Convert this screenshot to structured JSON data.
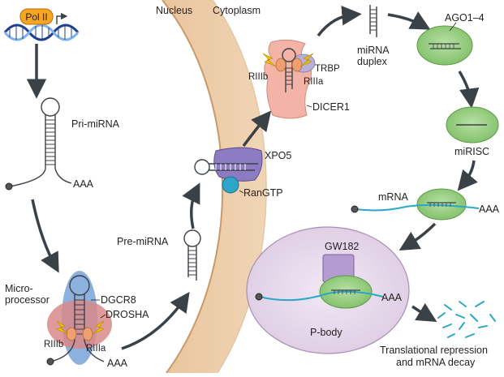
{
  "labels": {
    "pol2": "Pol II",
    "nucleus": "Nucleus",
    "cytoplasm": "Cytoplasm",
    "pri_mirna": "Pri-miRNA",
    "aaa_pri": "AAA",
    "microprocessor_line1": "Micro-",
    "microprocessor_line2": "processor",
    "dgcr8": "DGCR8",
    "drosha": "DROSHA",
    "riiib_drosha": "RIIIb",
    "riiia_drosha": "RIIIa",
    "aaa_micro": "AAA",
    "pre_mirna": "Pre-miRNA",
    "xpo5": "XPO5",
    "rangtp": "RanGTP",
    "riiib_dicer": "RIIIb",
    "trbp": "TRBP",
    "riiia_dicer": "RIIIa",
    "dicer1": "DICER1",
    "mirna_duplex_line1": "miRNA",
    "mirna_duplex_line2": "duplex",
    "ago": "AGO1–4",
    "mirisc": "miRISC",
    "mrna": "mRNA",
    "aaa_mrna": "AAA",
    "gw182": "GW182",
    "aaa_pbody": "AAA",
    "pbody": "P-body",
    "outcome_line1": "Translational repression",
    "outcome_line2": "and mRNA decay"
  },
  "colors": {
    "membrane_fill": "#f5dfc4",
    "membrane_edge": "#c89a6a",
    "pol2": "#f6a623",
    "dna_dark": "#1f3f8f",
    "dna_light": "#7fb2e6",
    "dgcr8": "#7fa8d8",
    "drosha": "#d9888a",
    "rnase": "#f0a070",
    "lightning": "#f2c200",
    "xpo5": "#8e7cc3",
    "rangtp": "#2ea6c9",
    "dicer": "#f3b3a6",
    "trbp": "#b9afd8",
    "ago": "#9fd08a",
    "pbody": "#e8dced",
    "gw182": "#b49bd0",
    "mrna": "#2aa8c6",
    "arrow": "#3a4147"
  }
}
